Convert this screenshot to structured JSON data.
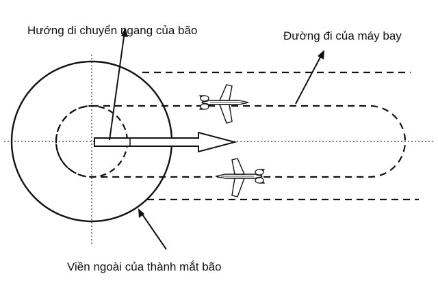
{
  "labels": {
    "storm_motion": "Hướng di chuyển ngang của bão",
    "flight_path": "Đường đi của máy bay",
    "eyewall_outer_edge": "Viền ngoài của thành mắt bão"
  },
  "colors": {
    "stroke": "#111111",
    "background": "#ffffff"
  },
  "icons": {
    "aircraft": "airplane-icon"
  }
}
